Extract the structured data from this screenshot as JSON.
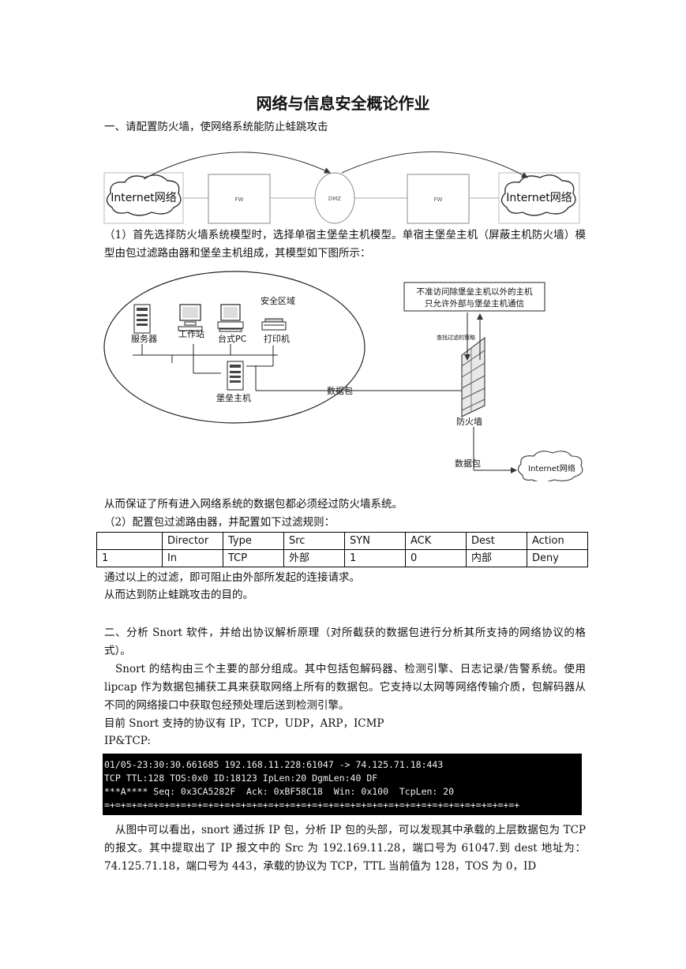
{
  "title": "网络与信息安全概论作业",
  "section1": {
    "heading": "一、请配置防火墙，使网络系统能防止蛙跳攻击",
    "diagram1": {
      "left_cloud": "Internet网络",
      "fw_left": "FW",
      "dmz": "DMZ",
      "fw_right": "FW",
      "right_cloud": "Internet网络"
    },
    "step1_text": "（1）首先选择防火墙系统模型时，选择单宿主堡垒主机模型。单宿主堡垒主机（屏蔽主机防火墙）模型由包过滤路由器和堡垒主机组成，其模型如下图所示：",
    "diagram2": {
      "safe_zone": "安全区域",
      "server": "服务器",
      "workstation": "工作站",
      "desktop_pc": "台式PC",
      "printer": "打印机",
      "bastion_host": "堡垒主机",
      "packet_inner": "数据包",
      "firewall": "防火墙",
      "packet_outer": "数据包",
      "internet": "Internet网络",
      "rule_box_line1": "不准访问除堡垒主机以外的主机",
      "rule_box_line2": "只允许外部与堡垒主机通信",
      "filter_strategy": "查找过滤的策略"
    },
    "conclusion1": "从而保证了所有进入网络系统的数据包都必须经过防火墙系统。",
    "step2_text": "（2）配置包过滤路由器，并配置如下过滤规则：",
    "table": {
      "headers": [
        "",
        "Director",
        "Type",
        "Src",
        "SYN",
        "ACK",
        "Dest",
        "Action"
      ],
      "rows": [
        [
          "1",
          "In",
          "TCP",
          "外部",
          "1",
          "0",
          "内部",
          "Deny"
        ]
      ]
    },
    "after_table1": "通过以上的过滤，即可阻止由外部所发起的连接请求。",
    "after_table2": "从而达到防止蛙跳攻击的目的。"
  },
  "section2": {
    "heading": "二、分析 Snort 软件，并给出协议解析原理（对所截获的数据包进行分析其所支持的网络协议的格式）。",
    "para1": "Snort 的结构由三个主要的部分组成。其中包括包解码器、检测引擎、日志记录/告警系统。使用 lipcap 作为数据包捕获工具来获取网络上所有的数据包。它支持以太网等网络传输介质，包解码器从不同的网络接口中获取包经预处理后送到检测引擎。",
    "protocols": "目前 Snort 支持的协议有 IP，TCP，UDP，ARP，ICMP",
    "iptcp_label": "IP&TCP:",
    "terminal_lines": [
      "01/05-23:30:30.661685 192.168.11.228:61047 -> 74.125.71.18:443",
      "TCP TTL:128 TOS:0x0 ID:18123 IpLen:20 DgmLen:40 DF",
      "***A**** Seq: 0x3CA5282F  Ack: 0xBF58C18  Win: 0x100  TcpLen: 20",
      "=+=+=+=+=+=+=+=+=+=+=+=+=+=+=+=+=+=+=+=+=+=+=+=+=+=+=+=+=+=+=+=+=+=+=+=+=+=+"
    ],
    "analysis": "从图中可以看出，snort 通过拆 IP 包，分析 IP 包的头部，可以发现其中承载的上层数据包为 TCP 的报文。其中提取出了 IP 报文中的 Src 为 192.169.11.28，端口号为 61047.到 dest 地址为：74.125.71.18，端口号为 443，承载的协议为 TCP，TTL 当前值为 128，TOS 为 0，ID"
  }
}
